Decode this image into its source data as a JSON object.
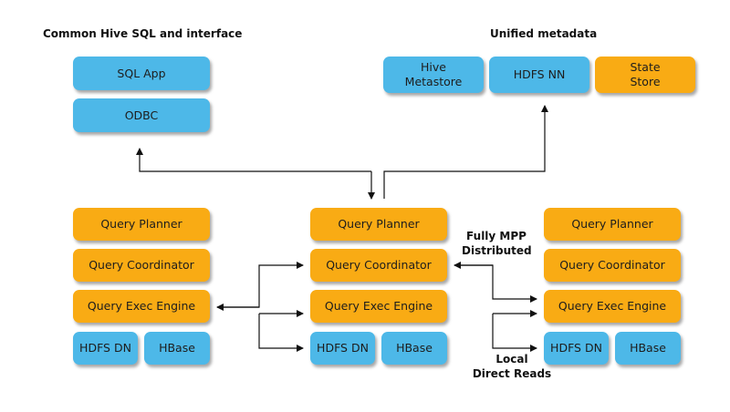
{
  "labels": {
    "common_hive": "Common Hive SQL and interface",
    "unified_metadata": "Unified metadata",
    "fully_mpp": "Fully MPP\nDistributed",
    "fully_mpp_line1": "Fully MPP",
    "fully_mpp_line2": "Distributed",
    "local_reads_line1": "Local",
    "local_reads_line2": "Direct Reads"
  },
  "clients": {
    "sql_app": "SQL App",
    "odbc": "ODBC"
  },
  "metadata": {
    "hive_line1": "Hive",
    "hive_line2": "Metastore",
    "hdfs_nn": "HDFS NN",
    "state_line1": "State",
    "state_line2": "Store"
  },
  "nodes": [
    {
      "planner": "Query Planner",
      "coordinator": "Query Coordinator",
      "exec": "Query Exec Engine",
      "hdfs_dn": "HDFS DN",
      "hbase": "HBase"
    },
    {
      "planner": "Query Planner",
      "coordinator": "Query Coordinator",
      "exec": "Query Exec Engine",
      "hdfs_dn": "HDFS DN",
      "hbase": "HBase"
    },
    {
      "planner": "Query Planner",
      "coordinator": "Query Coordinator",
      "exec": "Query Exec Engine",
      "hdfs_dn": "HDFS DN",
      "hbase": "HBase"
    }
  ],
  "colors": {
    "blue": "#4db8e8",
    "orange": "#f9ab14"
  }
}
